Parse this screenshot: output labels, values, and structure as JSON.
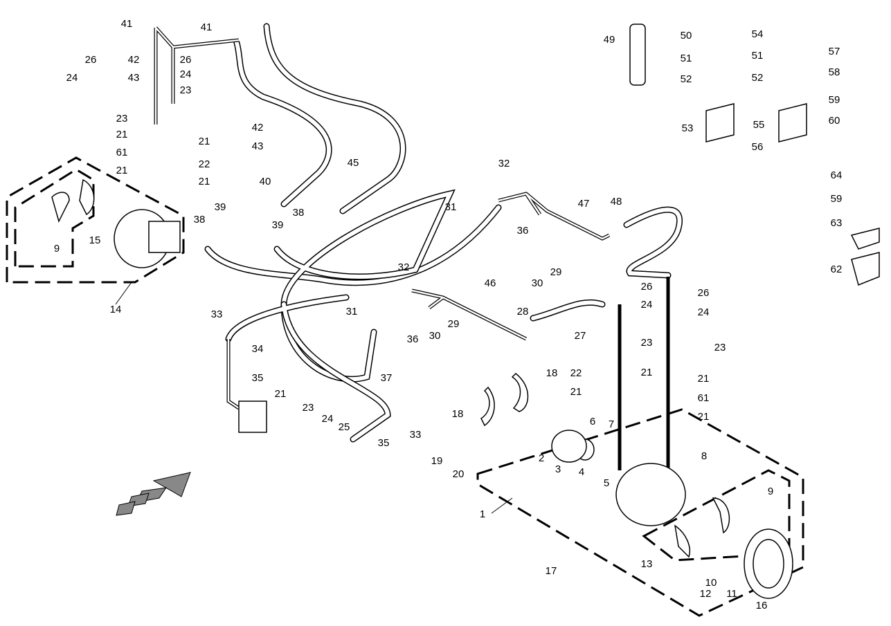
{
  "diagram": {
    "callouts": [
      "41",
      "41",
      "26",
      "42",
      "26",
      "24",
      "43",
      "24",
      "23",
      "42",
      "43",
      "23",
      "21",
      "61",
      "21",
      "21",
      "22",
      "21",
      "15",
      "9",
      "14",
      "40",
      "45",
      "32",
      "31",
      "47",
      "48",
      "38",
      "39",
      "38",
      "39",
      "36",
      "29",
      "30",
      "46",
      "32",
      "31",
      "29",
      "30",
      "36",
      "28",
      "27",
      "33",
      "34",
      "35",
      "37",
      "21",
      "23",
      "24",
      "25",
      "33",
      "35",
      "18",
      "18",
      "19",
      "20",
      "26",
      "24",
      "23",
      "21",
      "22",
      "21",
      "26",
      "24",
      "23",
      "21",
      "61",
      "21",
      "6",
      "7",
      "2",
      "3",
      "4",
      "5",
      "8",
      "9",
      "1",
      "13",
      "17",
      "10",
      "12",
      "11",
      "16",
      "49",
      "50",
      "51",
      "52",
      "53",
      "54",
      "51",
      "52",
      "55",
      "56",
      "57",
      "58",
      "59",
      "60",
      "64",
      "59",
      "63",
      "62"
    ],
    "direction_arrow": "arrow-icon",
    "colors": {
      "line": "#000000",
      "background": "#ffffff"
    }
  }
}
